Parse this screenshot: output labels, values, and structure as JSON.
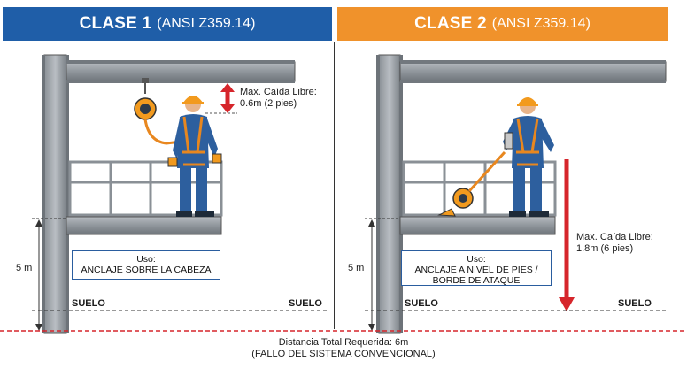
{
  "panels": [
    {
      "title_main": "CLASE 1",
      "title_sub": "(ANSI Z359.14)",
      "header_color": "#1f5ea8",
      "fall_label_line1": "Max. Caída Libre:",
      "fall_label_line2": "0.6m (2 pies)",
      "use_label": "Uso:",
      "use_text_line1": "ANCLAJE SOBRE LA CABEZA",
      "use_text_line2": "",
      "height_label": "5 m",
      "floor_left": "SUELO",
      "floor_right": "SUELO"
    },
    {
      "title_main": "CLASE 2",
      "title_sub": "(ANSI Z359.14)",
      "header_color": "#f0922b",
      "fall_label_line1": "Max. Caída Libre:",
      "fall_label_line2": "1.8m (6 pies)",
      "use_label": "Uso:",
      "use_text_line1": "ANCLAJE A NIVEL DE PIES /",
      "use_text_line2": "BORDE DE ATAQUE",
      "height_label": "5 m",
      "floor_left": "SUELO",
      "floor_right": "SUELO"
    }
  ],
  "footer": {
    "line1": "Distancia Total Requerida: 6m",
    "line2": "(FALLO DEL SISTEMA CONVENCIONAL)"
  },
  "colors": {
    "arrow_red": "#d6252b",
    "beam_gray": "#8e9499",
    "worker_blue": "#2d5f9e",
    "helmet_orange": "#f29a1e",
    "harness_orange": "#e8871f"
  },
  "icons": [
    "worker-figure",
    "self-retracting-lifeline",
    "steel-beam",
    "guardrail",
    "fall-arrow"
  ]
}
